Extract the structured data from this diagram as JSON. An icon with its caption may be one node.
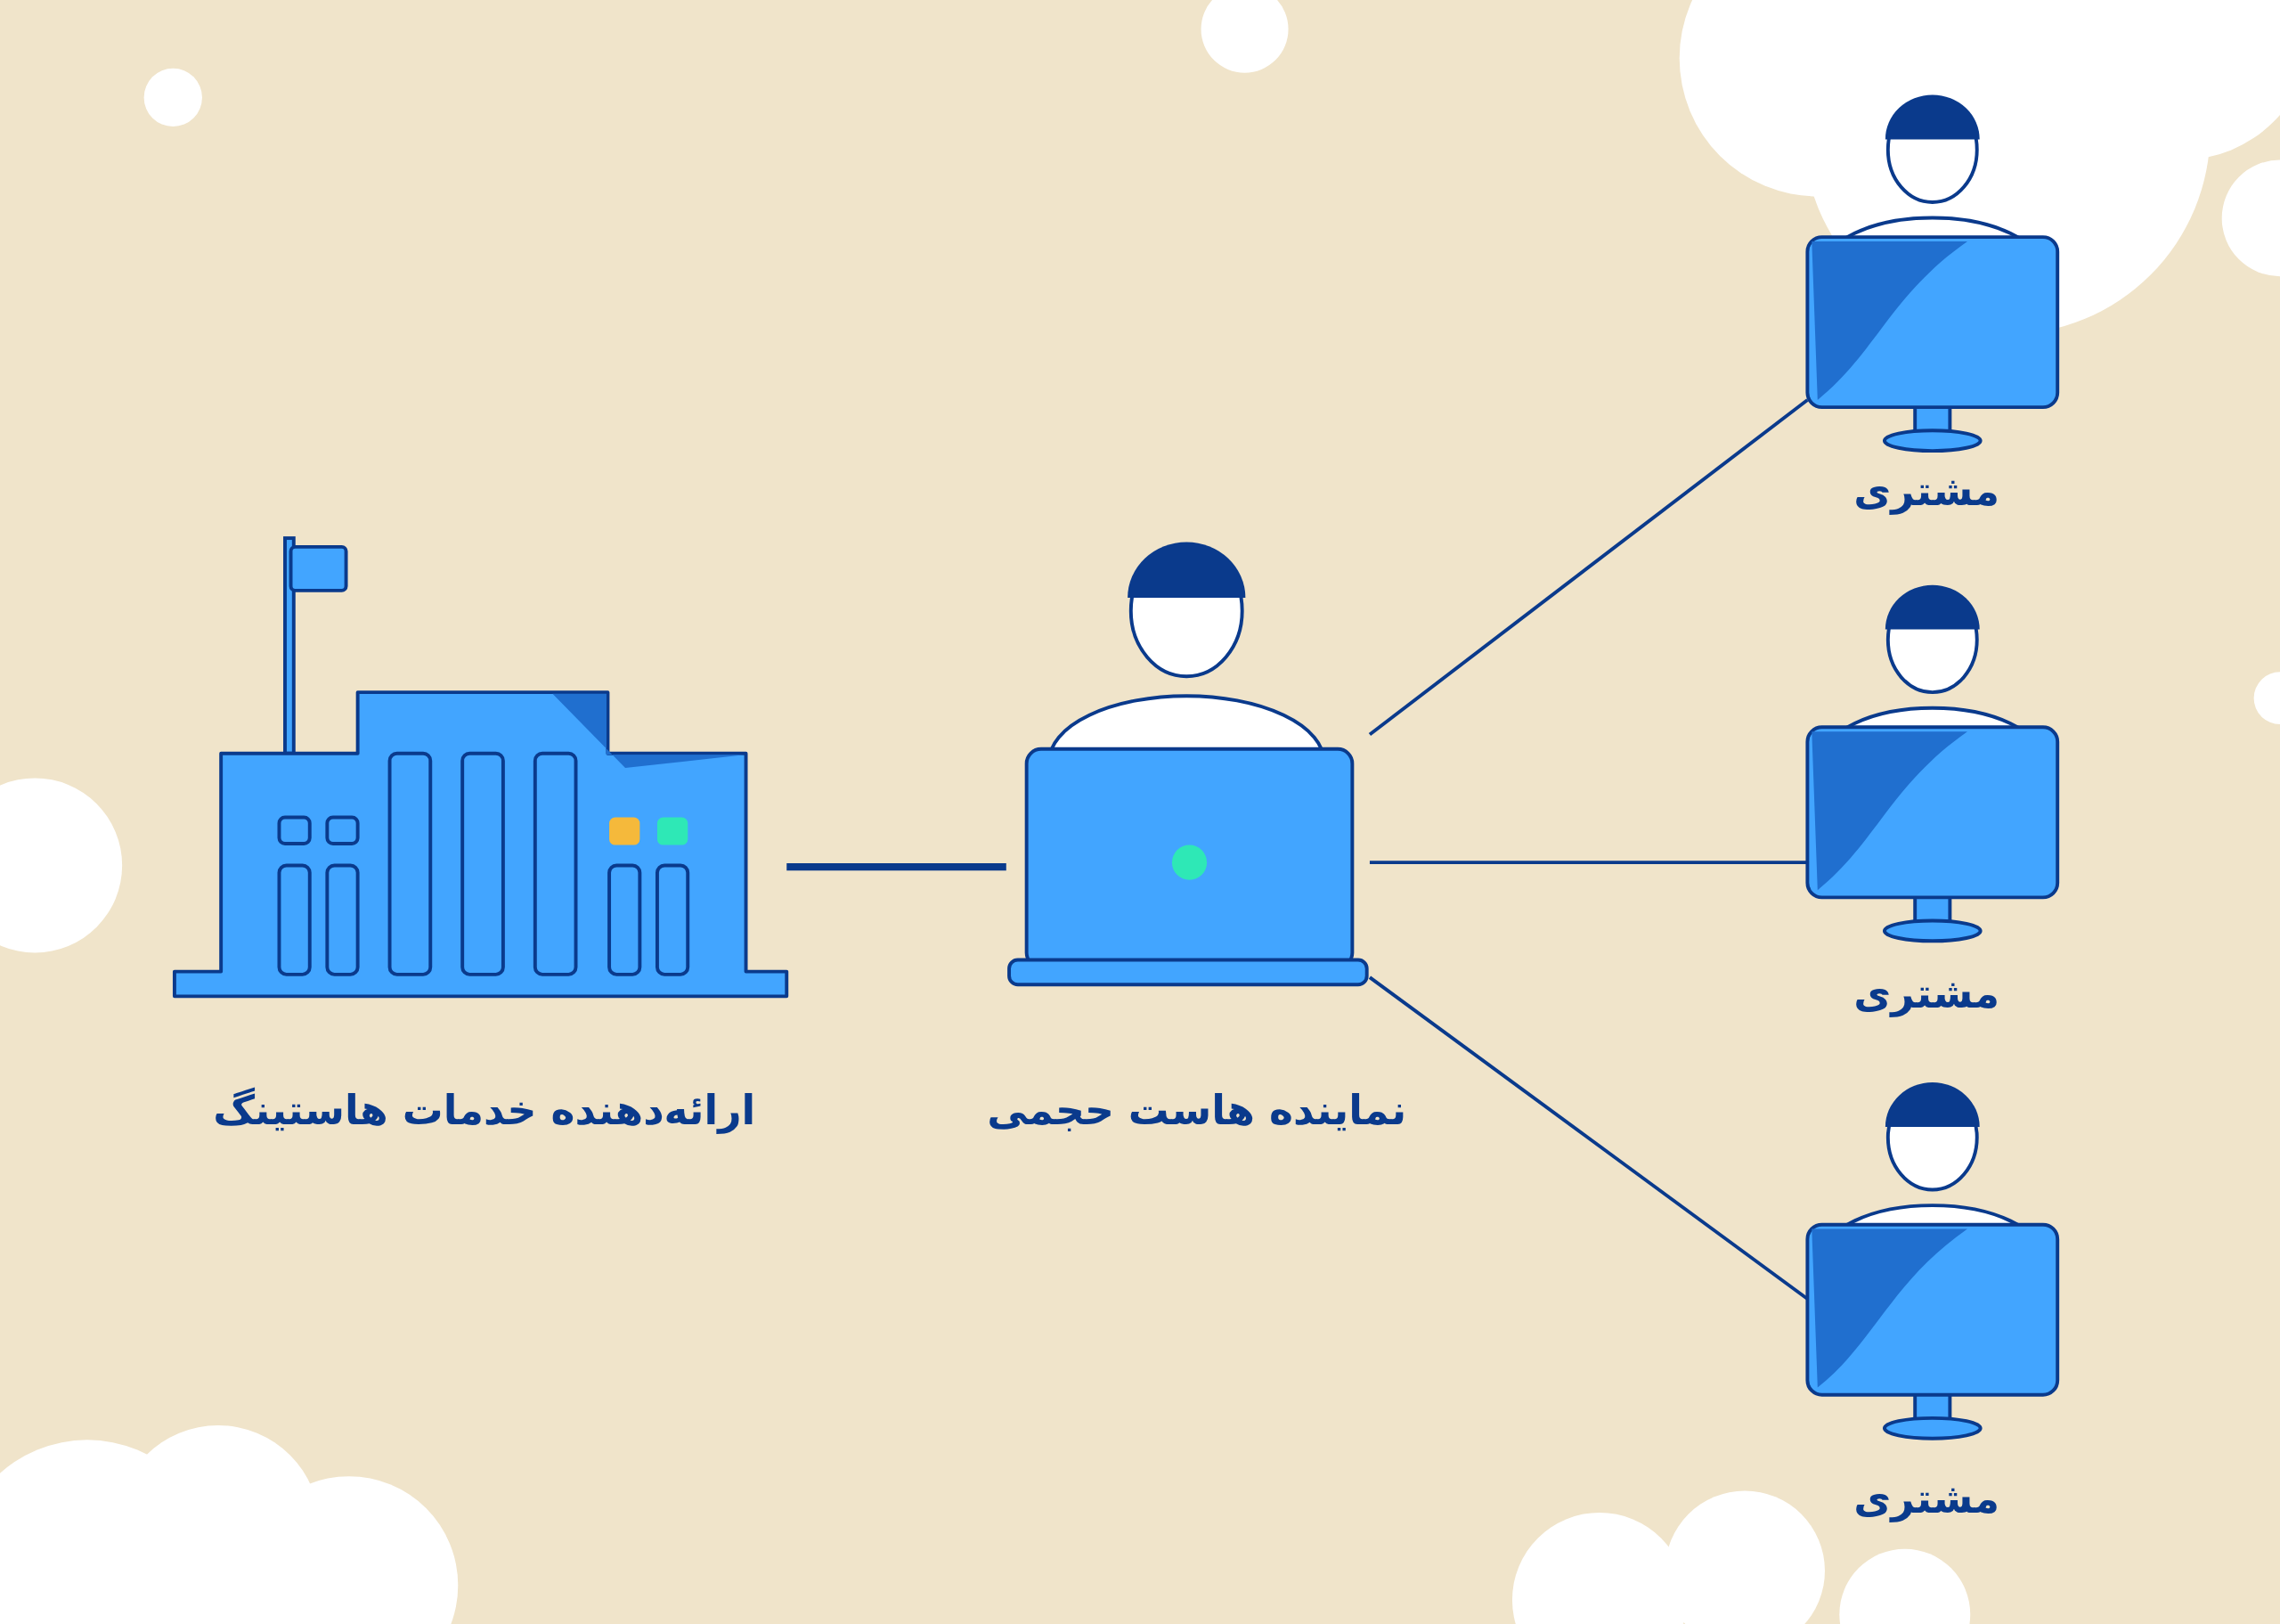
{
  "diagram": {
    "nodes": [
      {
        "text": [
          "ارائه‌دهنده خدمات هاستینگ"
        ]
      },
      {
        "text": [
          "نماینده هاست حجمی"
        ]
      },
      {
        "text": [
          "مشتری"
        ]
      },
      {
        "text": [
          "مشتری"
        ]
      },
      {
        "text": [
          "مشتری"
        ]
      }
    ],
    "edges": [
      {
        "from": 0,
        "to": 1,
        "arrow": "none",
        "style": "thick"
      },
      {
        "from": 1,
        "to": 2,
        "arrow": "none"
      },
      {
        "from": 1,
        "to": 3,
        "arrow": "none"
      },
      {
        "from": 1,
        "to": 4,
        "arrow": "none"
      }
    ]
  }
}
